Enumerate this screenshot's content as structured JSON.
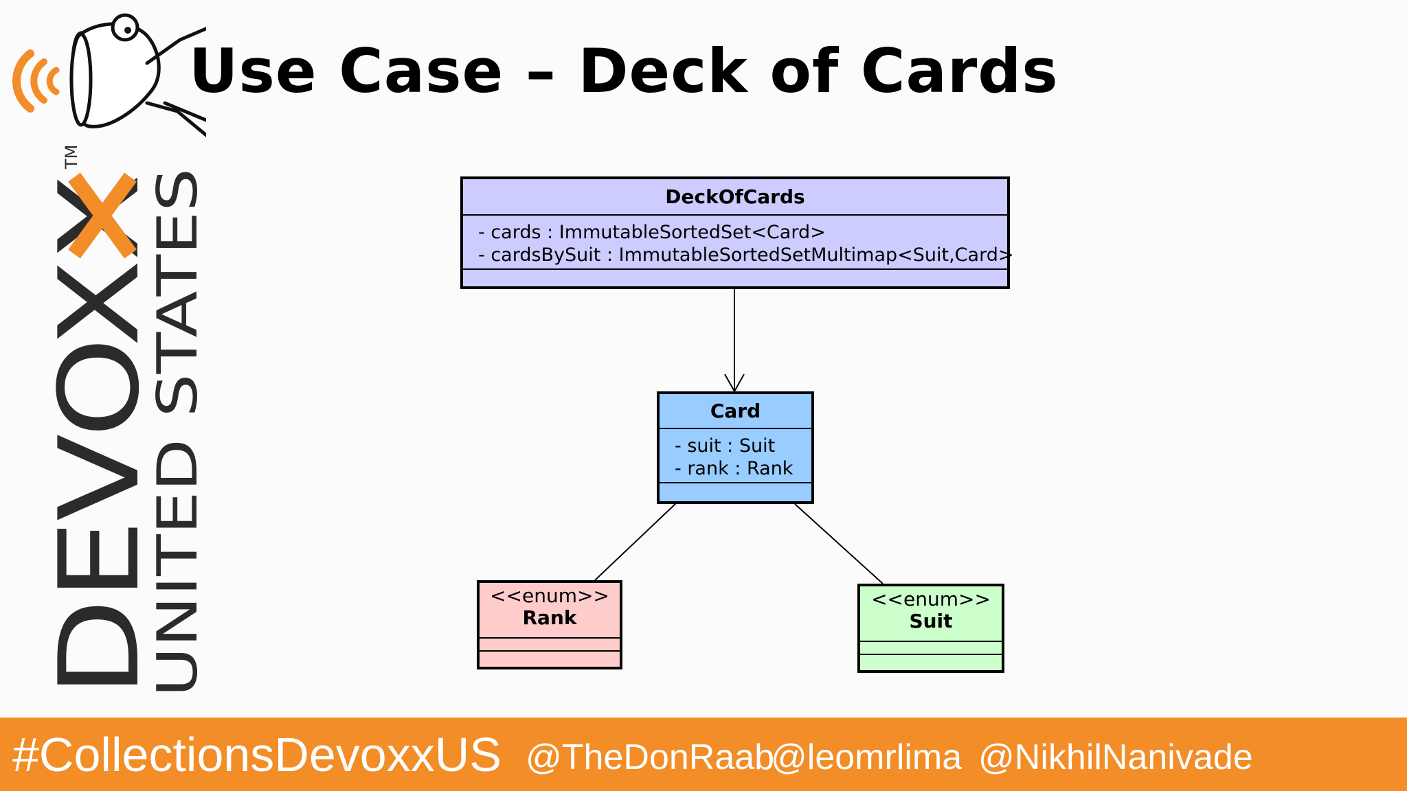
{
  "slide": {
    "title": "Use Case – Deck of Cards"
  },
  "branding": {
    "logo_text": "DEVOXX",
    "logo_subtext": "UNITED STATES",
    "trademark": "TM",
    "accent_color": "#f28d28"
  },
  "diagram": {
    "classes": [
      {
        "name": "DeckOfCards",
        "attributes": [
          "- cards : ImmutableSortedSet<Card>",
          "- cardsBySuit : ImmutableSortedSetMultimap<Suit,Card>"
        ],
        "color": "#ccccff"
      },
      {
        "name": "Card",
        "attributes": [
          "- suit : Suit",
          "- rank : Rank"
        ],
        "color": "#99ccff"
      },
      {
        "stereotype": "<<enum>>",
        "name": "Rank",
        "color": "#ffcccc"
      },
      {
        "stereotype": "<<enum>>",
        "name": "Suit",
        "color": "#ccffcc"
      }
    ],
    "relations": [
      {
        "from": "DeckOfCards",
        "to": "Card",
        "kind": "directed-association"
      },
      {
        "from": "Card",
        "to": "Rank",
        "kind": "association"
      },
      {
        "from": "Card",
        "to": "Suit",
        "kind": "association"
      }
    ]
  },
  "footer": {
    "hashtag": "#CollectionsDevoxxUS",
    "handles": [
      "@TheDonRaab",
      "@leomrlima",
      "@NikhilNanivade"
    ]
  }
}
